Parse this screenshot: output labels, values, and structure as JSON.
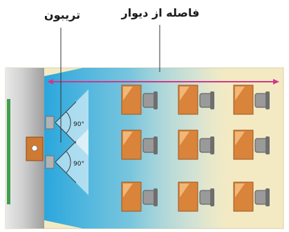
{
  "labels": {
    "wall_distance": "فاصله از دیوار",
    "tribune": "تریبون"
  },
  "angle_labels": {
    "top": "90°",
    "bottom": "90°"
  },
  "colors": {
    "floor": "#f3eac4",
    "sound_field": "#1fa3de",
    "wall": "#bdbdbd",
    "wall_trim": "#3f9f4a",
    "distance_arrow": "#d2378a",
    "podium": "#cf7a32",
    "desk": "#d9843a",
    "chair": "#9a9a9a"
  }
}
